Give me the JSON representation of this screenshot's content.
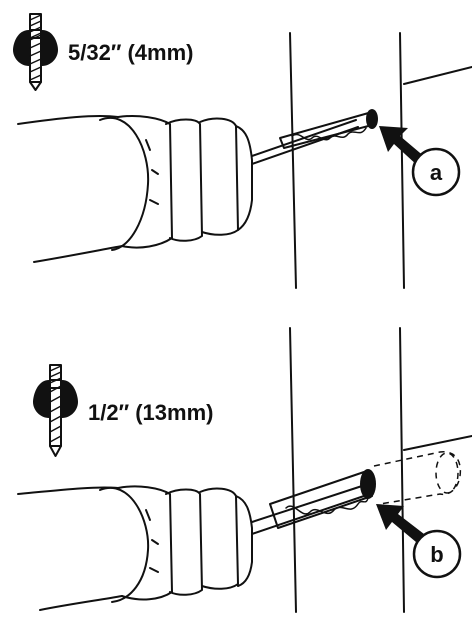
{
  "steps": [
    {
      "size_label": "5/32″ (4mm)",
      "callout": "a"
    },
    {
      "size_label": "1/2″ (13mm)",
      "callout": "b"
    }
  ],
  "colors": {
    "ink": "#111111",
    "paper": "#ffffff"
  },
  "icons": [
    "drill-bit-icon",
    "arrow-icon"
  ]
}
